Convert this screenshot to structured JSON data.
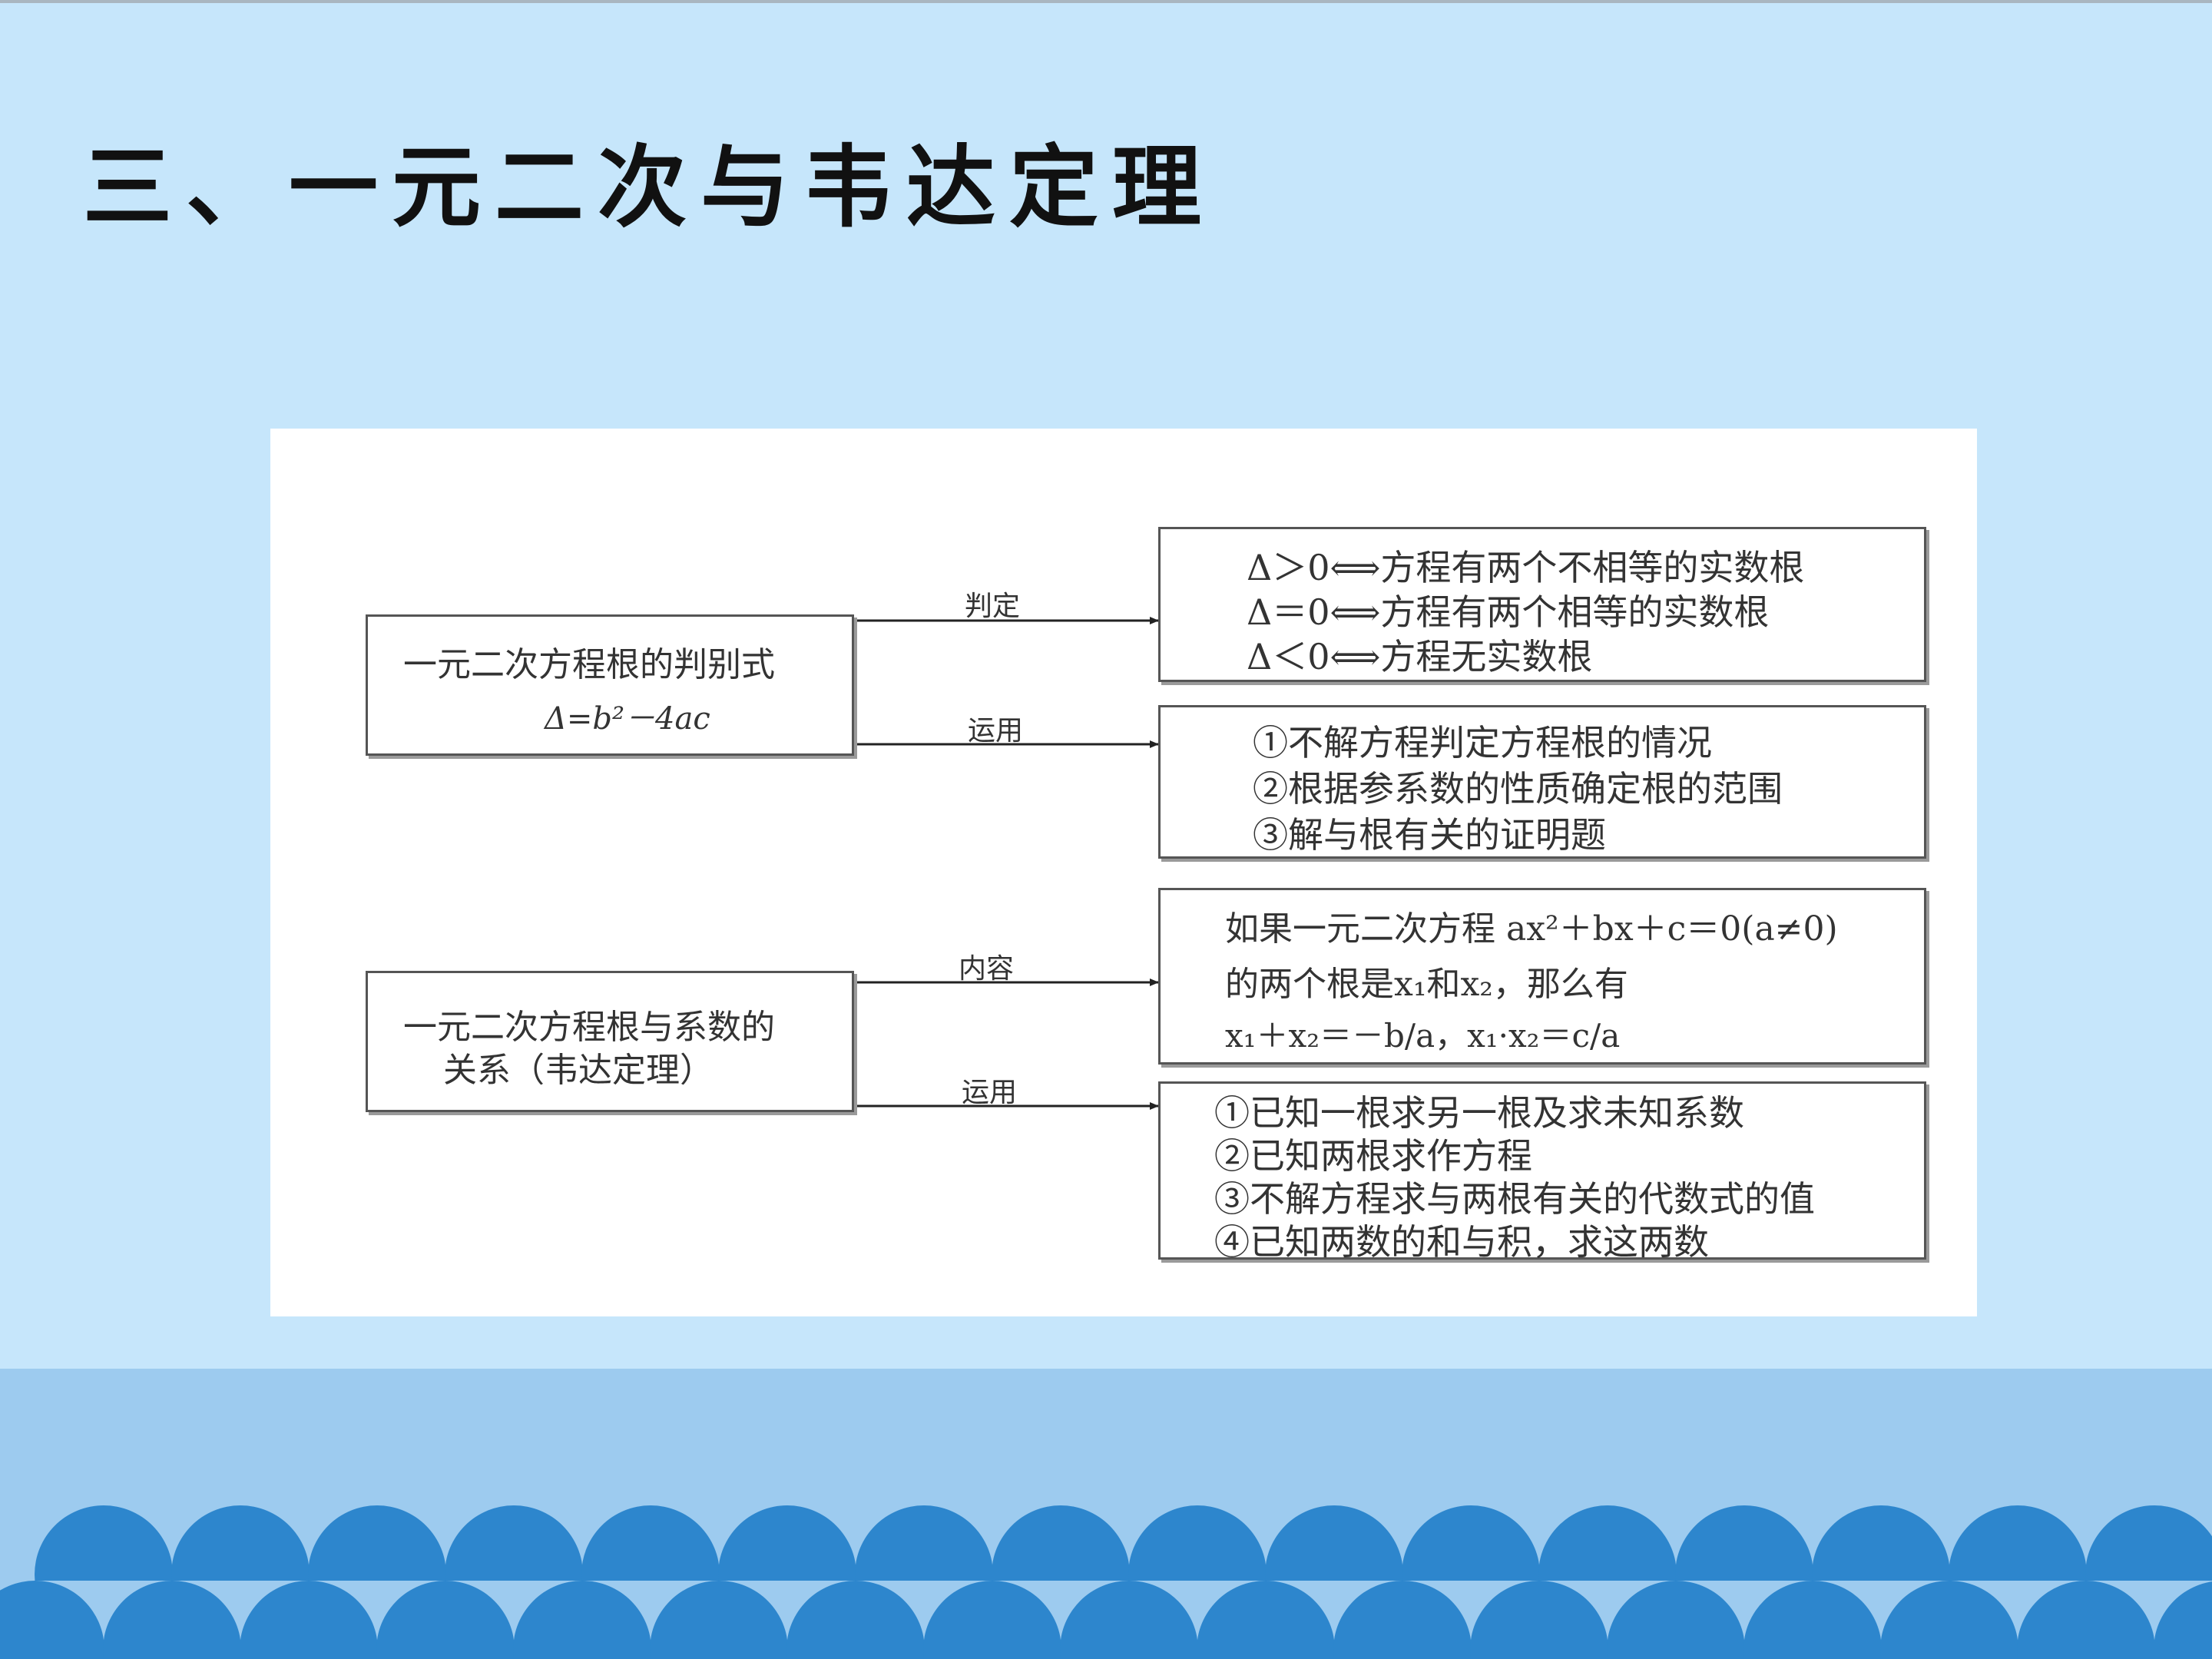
{
  "title": "三、一元二次与韦达定理",
  "diagram": {
    "left_boxes": [
      {
        "lines": [
          "一元二次方程根的判别式",
          "Δ=b²－4ac"
        ]
      },
      {
        "lines": [
          "一元二次方程根与系数的",
          "关系（韦达定理）"
        ]
      }
    ],
    "arrow_labels": [
      "判定",
      "运用",
      "内容",
      "运用"
    ],
    "right_boxes": [
      {
        "lines": [
          "Δ＞0⟺方程有两个不相等的实数根",
          "Δ＝0⟺方程有两个相等的实数根",
          "Δ＜0⟺方程无实数根"
        ]
      },
      {
        "lines": [
          "①不解方程判定方程根的情况",
          "②根据参系数的性质确定根的范围",
          "③解与根有关的证明题"
        ]
      },
      {
        "lines": [
          "如果一元二次方程 ax²＋bx＋c＝0(a≠0)",
          "的两个根是x₁和x₂，那么有",
          "x₁＋x₂＝－b/a，x₁·x₂＝c/a"
        ]
      },
      {
        "lines": [
          "①已知一根求另一根及求未知系数",
          "②已知两根求作方程",
          "③不解方程求与两根有关的代数式的值",
          "④已知两数的和与积，求这两数"
        ]
      }
    ]
  },
  "colors": {
    "background": "#c6e6fb",
    "band": "#9dcbef",
    "wave": "#2d86cd"
  }
}
